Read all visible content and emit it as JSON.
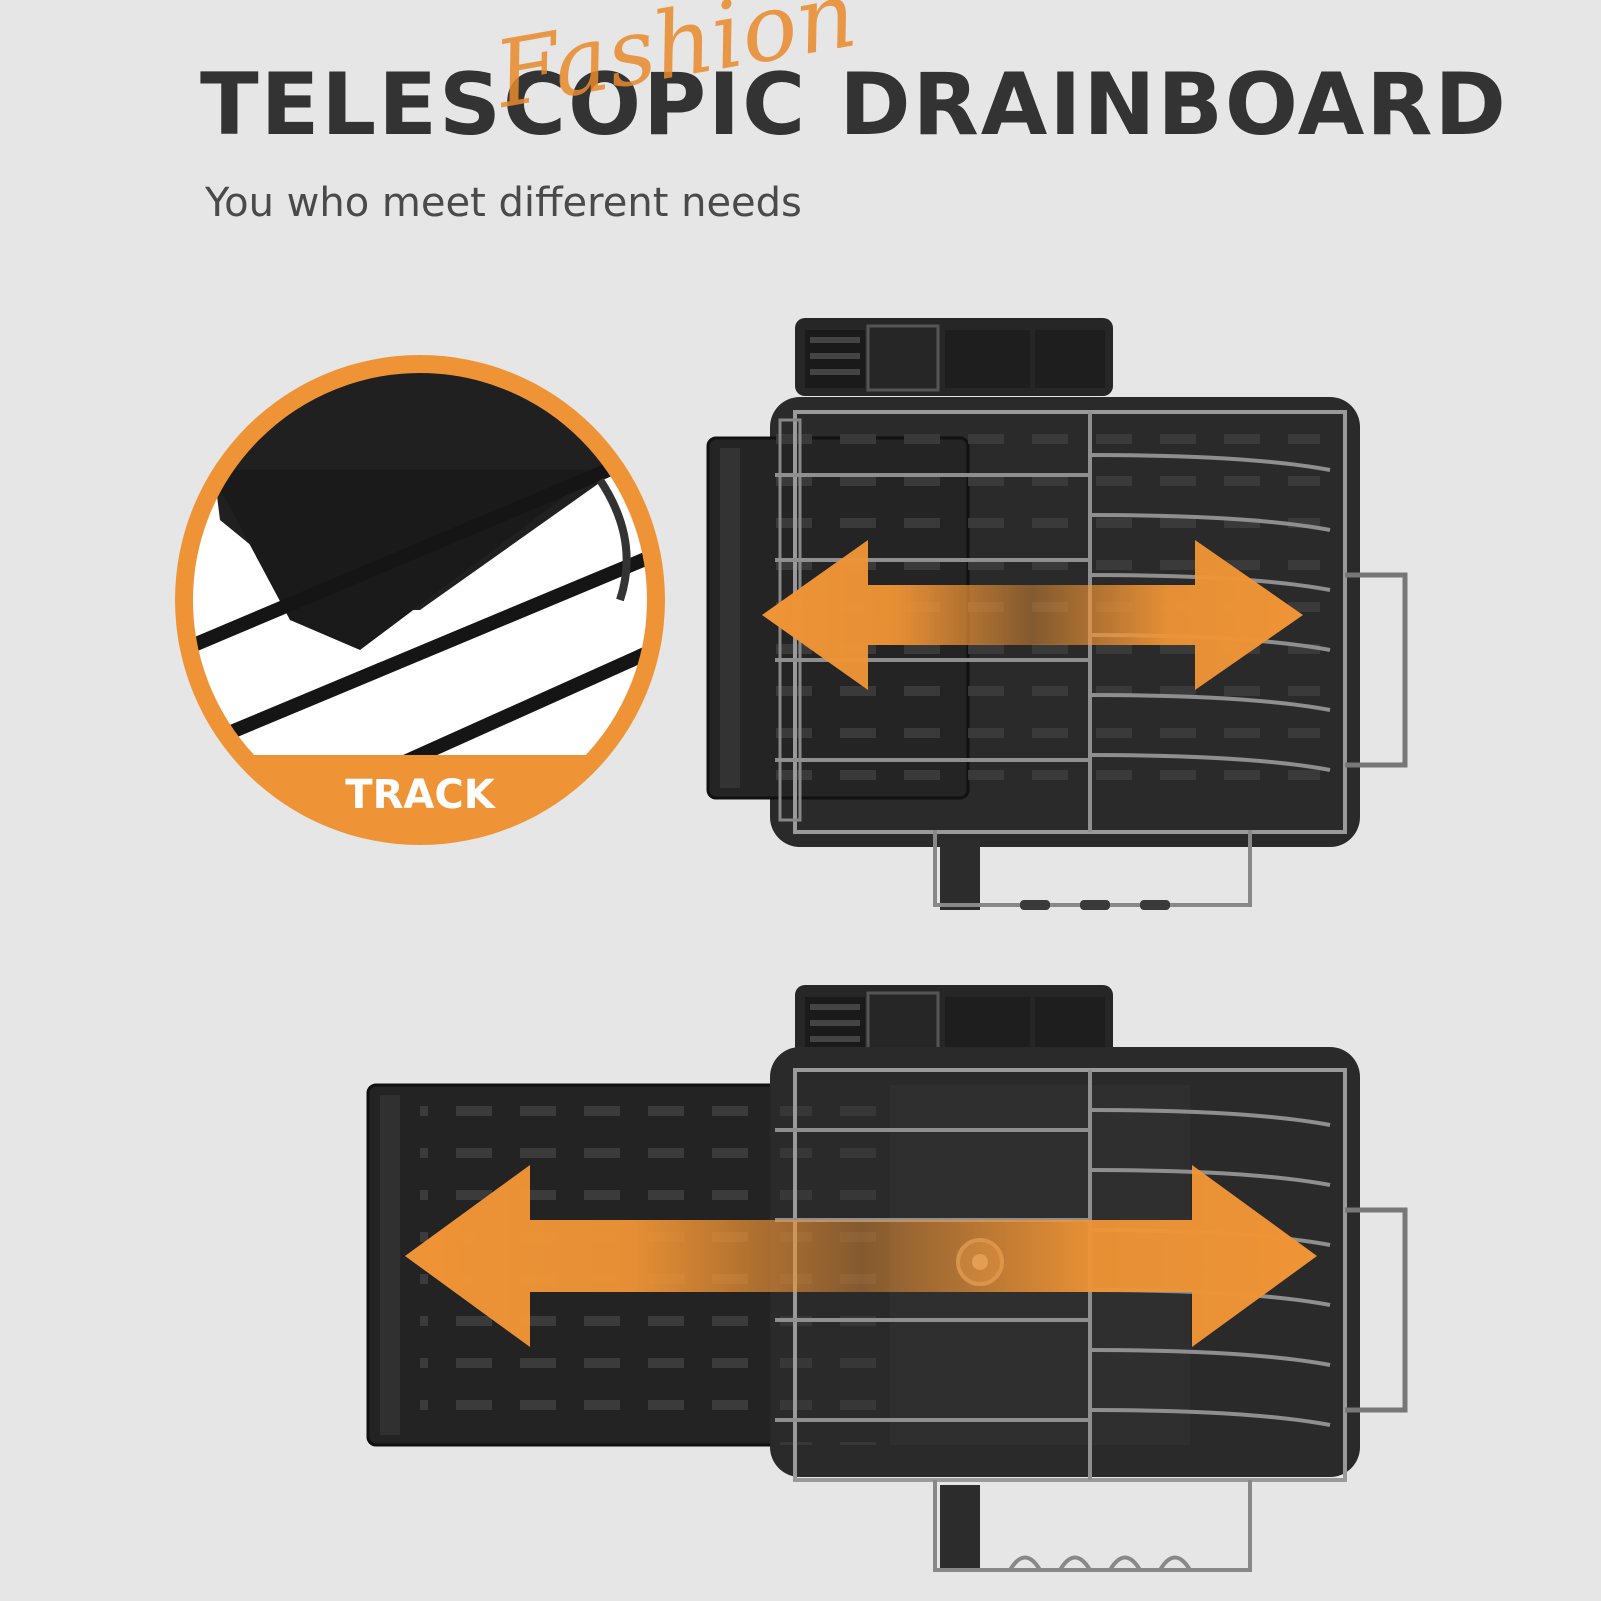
{
  "title": "TELESCOPIC DRAINBOARD",
  "subtitle": "You who meet different needs",
  "script_word": "Fashion",
  "callout_label": "TRACK",
  "colors": {
    "accent": "#ef9436",
    "background": "#e6e6e6",
    "rack": "#2a2a2a",
    "title": "#333333"
  },
  "icons": [
    "double-arrow-icon"
  ]
}
